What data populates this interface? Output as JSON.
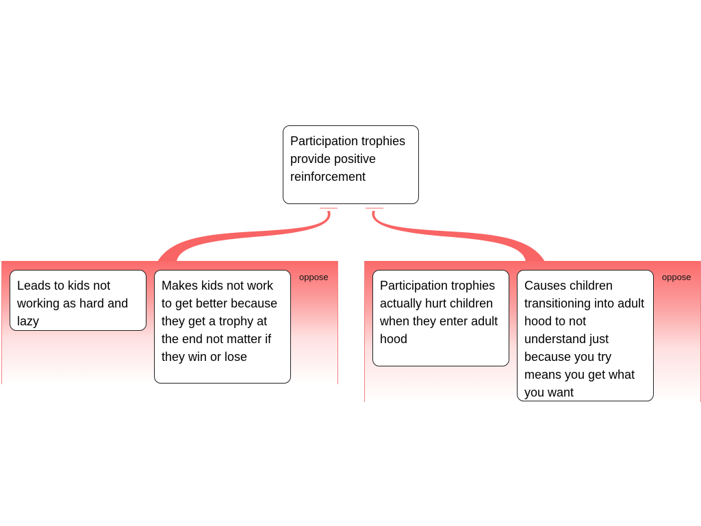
{
  "root": {
    "text": "Participation trophies provide positive reinforcement"
  },
  "groups": [
    {
      "label": "oppose",
      "items": [
        "Leads to kids not working as hard and lazy",
        "Makes kids not work to get better because they get a trophy at the end not matter if they win or lose"
      ]
    },
    {
      "label": "oppose",
      "items": [
        "Participation trophies actually hurt children when they enter adult hood",
        "Causes children transitioning into adult hood to not understand just because you try means you get what you want"
      ]
    }
  ],
  "colors": {
    "oppose_link": "#f96464",
    "panel_top": "#fb6a6a",
    "box_border": "#222222"
  }
}
